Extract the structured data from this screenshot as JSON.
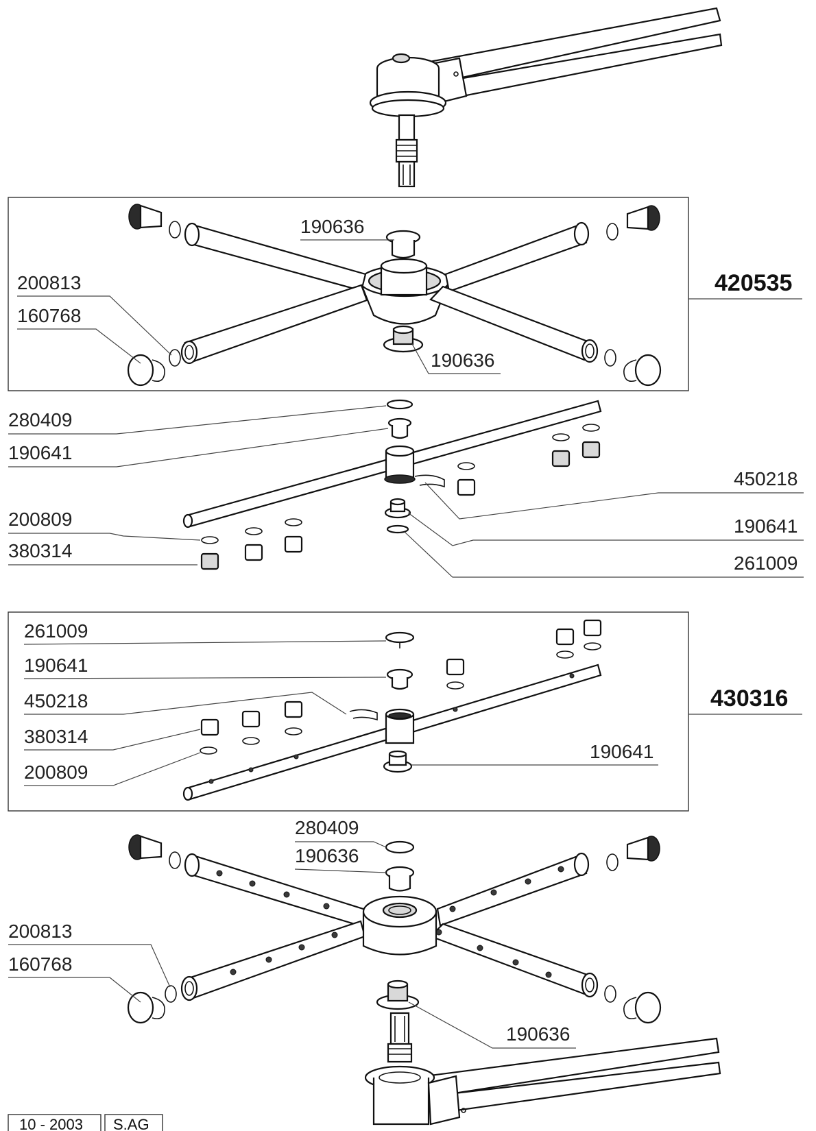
{
  "assemblies": {
    "upper": "420535",
    "lower": "430316"
  },
  "callouts": {
    "upper_bearing_top": "190636",
    "upper_ring_left": "200813",
    "upper_cap_left": "160768",
    "upper_bearing_bottom": "190636",
    "mid_washer_top": "280409",
    "mid_bushing_top": "190641",
    "mid_clip": "450218",
    "mid_bushing_bottom": "190641",
    "mid_washer_bottom": "261009",
    "mid_oring": "200809",
    "mid_nozzle": "380314",
    "low_washer_top": "261009",
    "low_bushing_top": "190641",
    "low_clip": "450218",
    "low_nozzle": "380314",
    "low_oring": "200809",
    "low_bushing_bottom": "190641",
    "bot_washer": "280409",
    "bot_bearing_top": "190636",
    "bot_ring_left": "200813",
    "bot_cap_left": "160768",
    "bot_bearing_bottom": "190636"
  },
  "footer": {
    "date": "10 - 2003",
    "code": "S.AG"
  }
}
